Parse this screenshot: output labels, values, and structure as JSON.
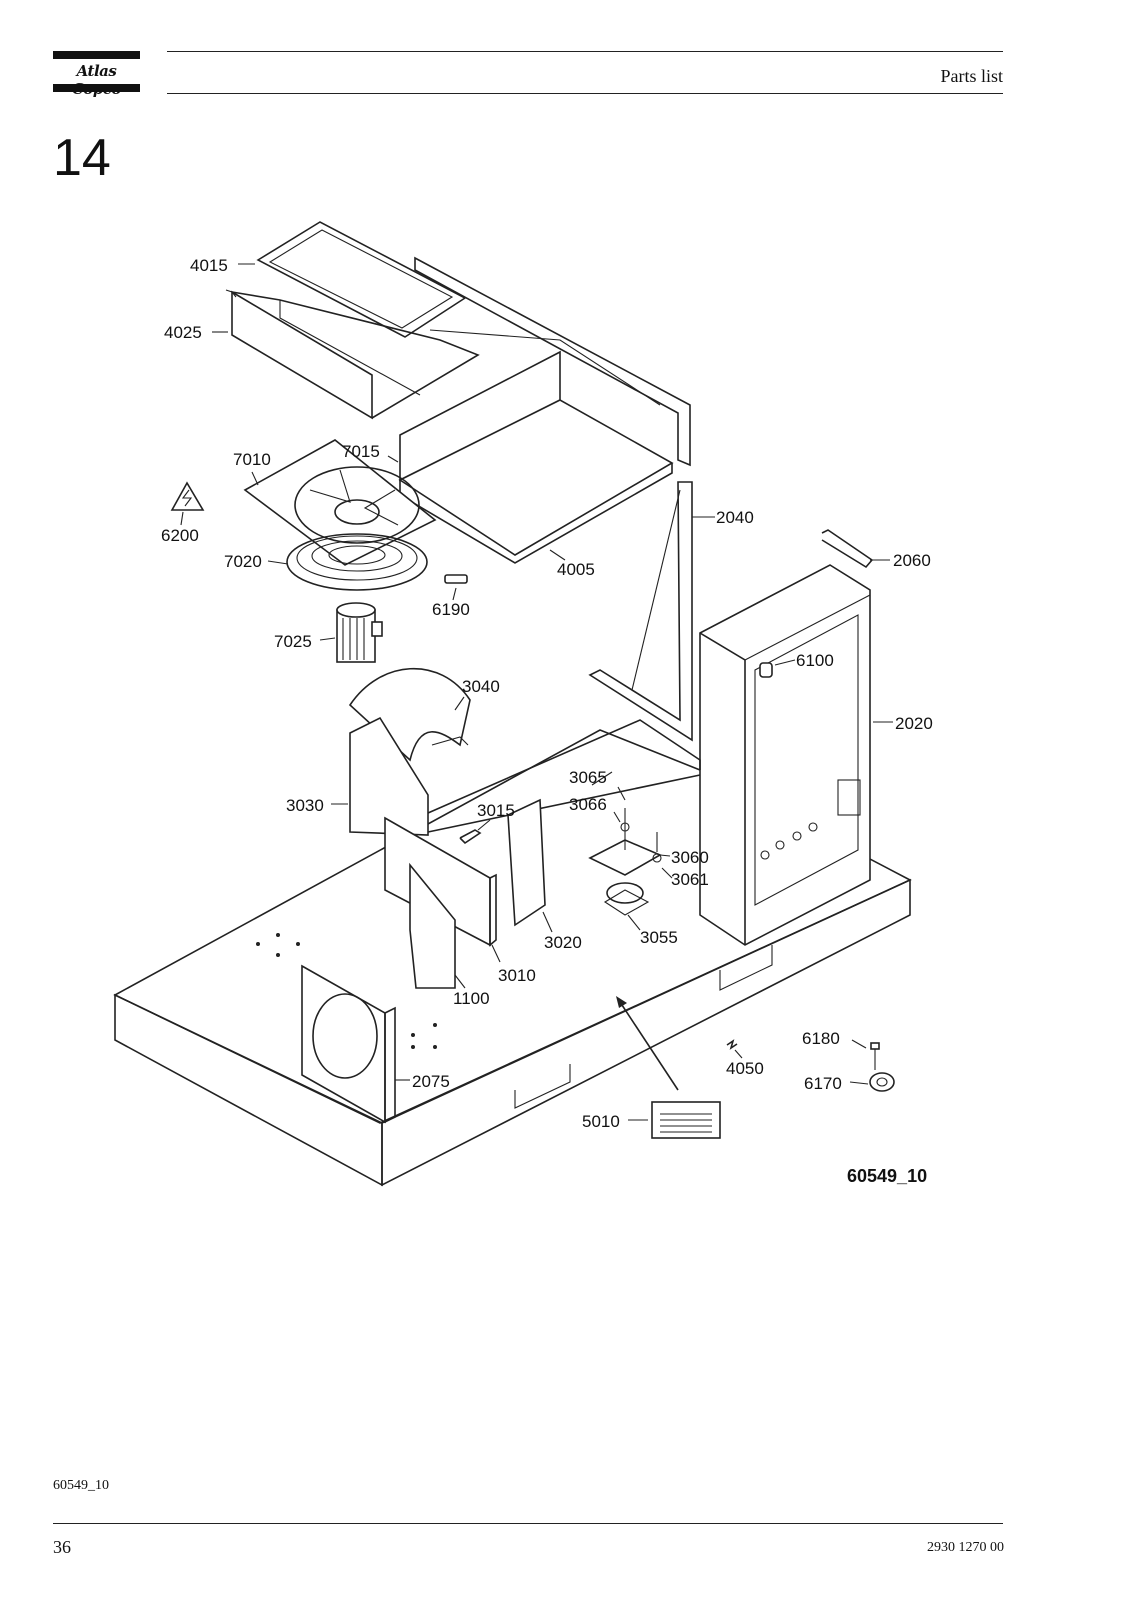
{
  "header": {
    "logo_text": "Atlas Copco",
    "section_title": "Parts list"
  },
  "chapter_number": "14",
  "figure": {
    "reference": "60549_10",
    "callouts": {
      "c4015": "4015",
      "c4025": "4025",
      "c7010": "7010",
      "c7015": "7015",
      "c6200": "6200",
      "c7020": "7020",
      "c4005": "4005",
      "c2040": "2040",
      "c2060": "2060",
      "c6190": "6190",
      "c7025": "7025",
      "c6100": "6100",
      "c3040": "3040",
      "c2020": "2020",
      "c3065": "3065",
      "c3066": "3066",
      "c3030": "3030",
      "c3015": "3015",
      "c3060": "3060",
      "c3061": "3061",
      "c3020": "3020",
      "c3055": "3055",
      "c3010": "3010",
      "c1100": "1100",
      "c6180": "6180",
      "c4050": "4050",
      "c6170": "6170",
      "c2075": "2075",
      "c5010": "5010"
    }
  },
  "footer": {
    "figure_ref": "60549_10",
    "page_number": "36",
    "document_number": "2930 1270 00"
  }
}
